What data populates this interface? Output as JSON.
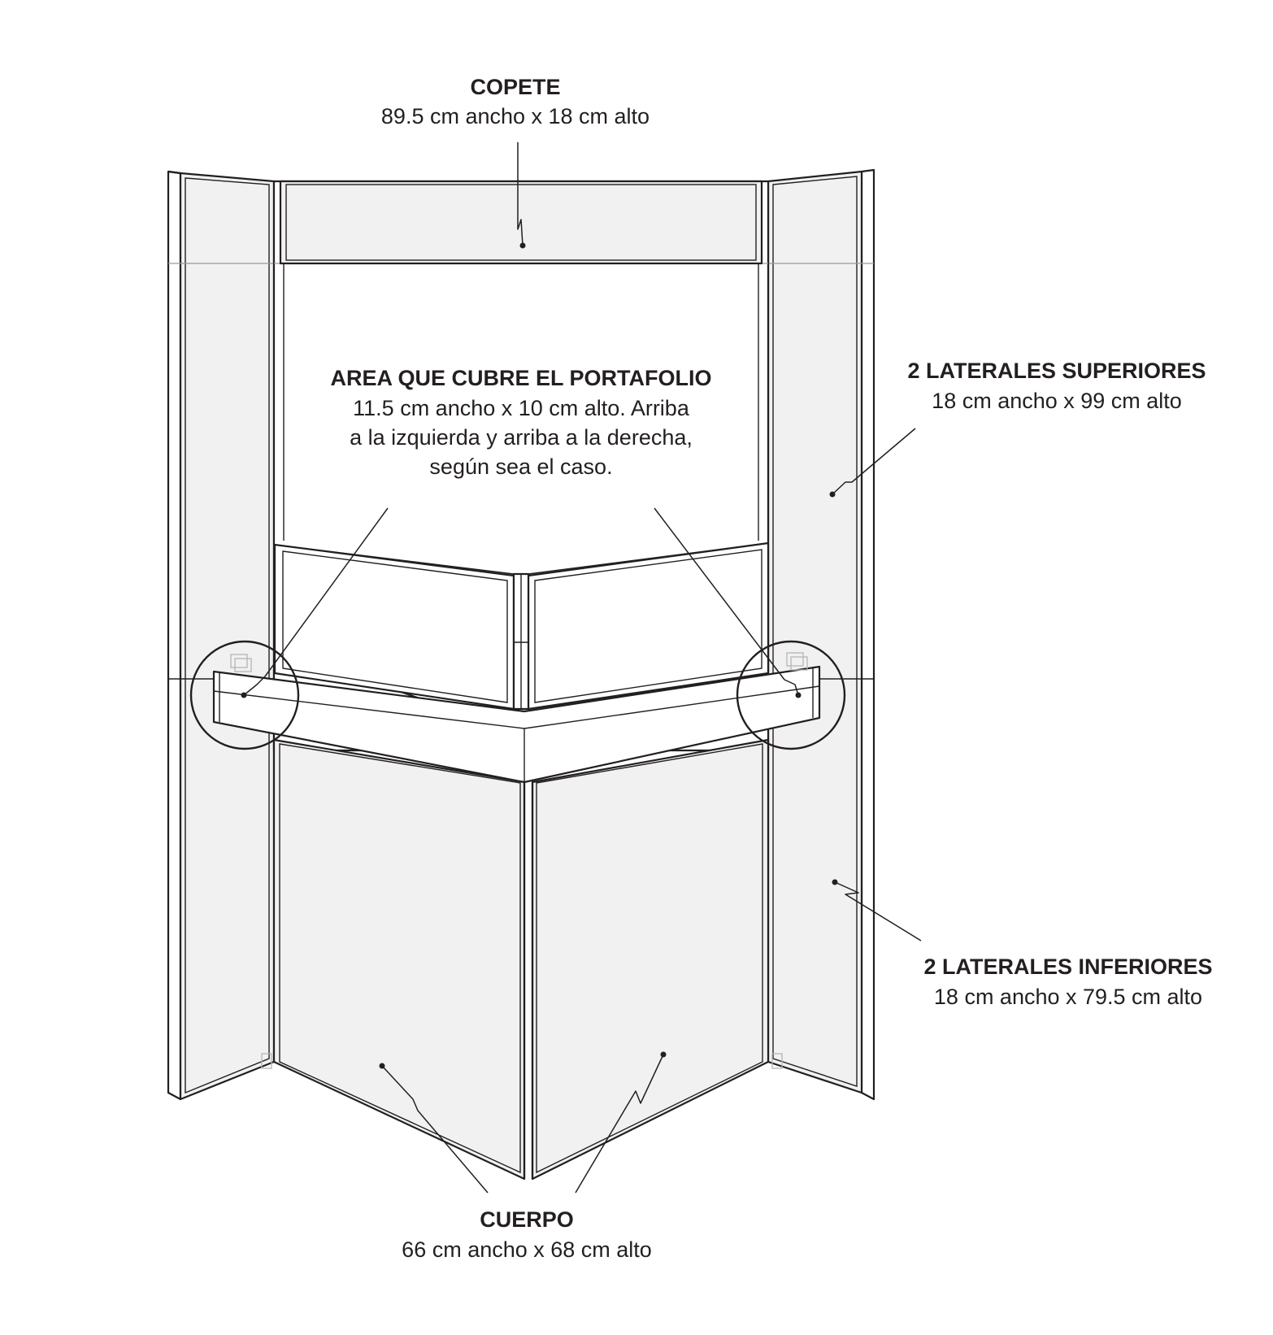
{
  "labels": {
    "copete": {
      "title": "COPETE",
      "dims": "89.5 cm ancho x 18 cm alto"
    },
    "area_portafolio": {
      "title": "AREA QUE CUBRE EL PORTAFOLIO",
      "line1": "11.5 cm ancho x 10 cm alto. Arriba",
      "line2": "a la izquierda y arriba a la derecha,",
      "line3": "según sea el caso."
    },
    "laterales_superiores": {
      "title": "2 LATERALES SUPERIORES",
      "dims": "18 cm ancho x 99 cm alto"
    },
    "laterales_inferiores": {
      "title": "2 LATERALES INFERIORES",
      "dims": "18 cm ancho x 79.5 cm alto"
    },
    "cuerpo": {
      "title": "CUERPO",
      "dims": "66 cm ancho x 68 cm alto"
    }
  },
  "colors": {
    "ink": "#231f20",
    "panel_fill": "#f1f1f1",
    "background": "#ffffff"
  }
}
